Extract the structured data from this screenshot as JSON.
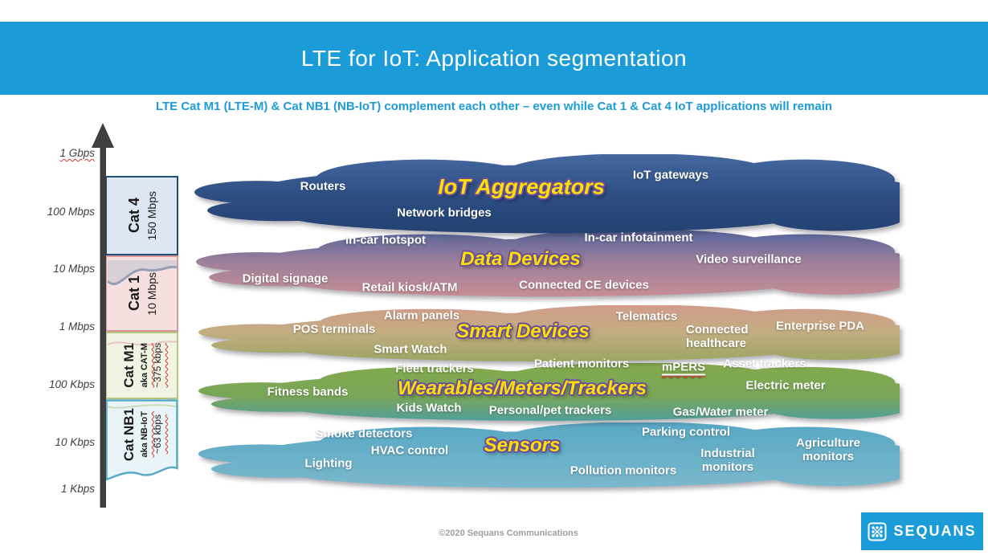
{
  "slide": {
    "title": "LTE for IoT: Application segmentation",
    "subtitle": "LTE Cat M1 (LTE-M) & Cat NB1 (NB-IoT) complement each other – even while Cat 1 & Cat 4 IoT applications will remain",
    "footer": "©2020 Sequans Communications",
    "logo_text": "SEQUANS"
  },
  "colors": {
    "banner_blue": "#1b9cd8",
    "headline_yellow": "#ffe000",
    "headline_outline_purple": "#6a4f9e",
    "aggregators_navy": "#2c4c80",
    "data_devices_rose": "#cb9095",
    "smart_devices_olive": "#98a55f",
    "wearables_green": "#7fa84e",
    "sensors_teal": "#62aec6",
    "cat4_border": "#1f4e79",
    "cat1_border": "#d79796",
    "catm1_border": "#b3c77e",
    "catnb1_border": "#58aac6"
  },
  "axis": {
    "ticks": [
      "1 Gbps",
      "100 Mbps",
      "10 Mbps",
      "1 Mbps",
      "100 Kbps",
      "10 Kbps",
      "1 Kbps"
    ]
  },
  "categories": [
    {
      "name": "Cat 4",
      "rate": "150 Mbps"
    },
    {
      "name": "Cat 1",
      "rate": "10 Mbps"
    },
    {
      "name": "Cat M1",
      "aka": "aka CAT-M",
      "rate": "~375 kbps"
    },
    {
      "name": "Cat NB1",
      "aka": "aka NB-IoT",
      "rate": "~63 kbps"
    }
  ],
  "bands": [
    {
      "name": "IoT Aggregators",
      "items": [
        "Routers",
        "Network bridges",
        "IoT gateways"
      ]
    },
    {
      "name": "Data Devices",
      "items": [
        "In-car hotspot",
        "In-car infotainment",
        "Video surveillance",
        "Digital signage",
        "Retail kiosk/ATM",
        "Connected CE devices"
      ]
    },
    {
      "name": "Smart Devices",
      "items": [
        "Alarm panels",
        "Telematics",
        "POS terminals",
        "Enterprise PDA",
        "Connected healthcare",
        "Smart Watch",
        "Fleet trackers",
        "Patient monitors",
        "mPERS",
        "Asset trackers"
      ]
    },
    {
      "name": "Wearables/Meters/Trackers",
      "items": [
        "Fitness bands",
        "Electric meter",
        "Kids Watch",
        "Personal/pet trackers",
        "Gas/Water meter"
      ]
    },
    {
      "name": "Sensors",
      "items": [
        "Smoke detectors",
        "Parking control",
        "HVAC control",
        "Lighting",
        "Industrial monitors",
        "Agriculture monitors",
        "Pollution monitors"
      ]
    }
  ]
}
